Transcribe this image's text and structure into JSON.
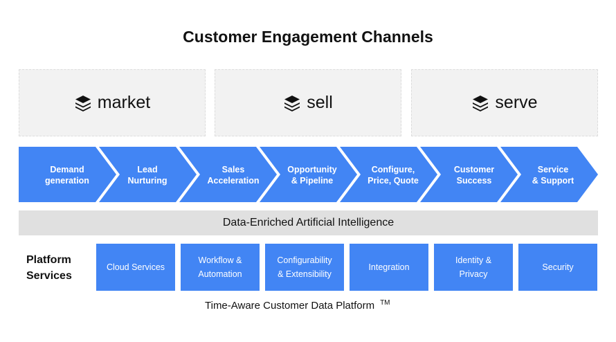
{
  "title": "Customer Engagement Channels",
  "channels": [
    {
      "label": "market",
      "icon": "layers-icon"
    },
    {
      "label": "sell",
      "icon": "layers-icon"
    },
    {
      "label": "serve",
      "icon": "layers-icon"
    }
  ],
  "stages": [
    {
      "line1": "Demand",
      "line2": "generation"
    },
    {
      "line1": "Lead",
      "line2": "Nurturing"
    },
    {
      "line1": "Sales",
      "line2": "Acceleration"
    },
    {
      "line1": "Opportunity",
      "line2": "& Pipeline"
    },
    {
      "line1": "Configure,",
      "line2": "Price, Quote"
    },
    {
      "line1": "Customer",
      "line2": "Success"
    },
    {
      "line1": "Service",
      "line2": "& Support"
    }
  ],
  "ai_bar": "Data-Enriched Artificial Intelligence",
  "platform": {
    "label_line1": "Platform",
    "label_line2": "Services",
    "services": [
      {
        "line1": "Cloud Services",
        "line2": ""
      },
      {
        "line1": "Workflow &",
        "line2": "Automation"
      },
      {
        "line1": "Configurability",
        "line2": "& Extensibility"
      },
      {
        "line1": "Integration",
        "line2": ""
      },
      {
        "line1": "Identity &",
        "line2": "Privacy"
      },
      {
        "line1": "Security",
        "line2": ""
      }
    ]
  },
  "footer": {
    "text": "Time-Aware Customer Data Platform",
    "tm": "TM"
  },
  "colors": {
    "accent": "#4285f4",
    "panel": "#f2f2f2",
    "bar": "#e0e0e0",
    "text": "#111111"
  }
}
